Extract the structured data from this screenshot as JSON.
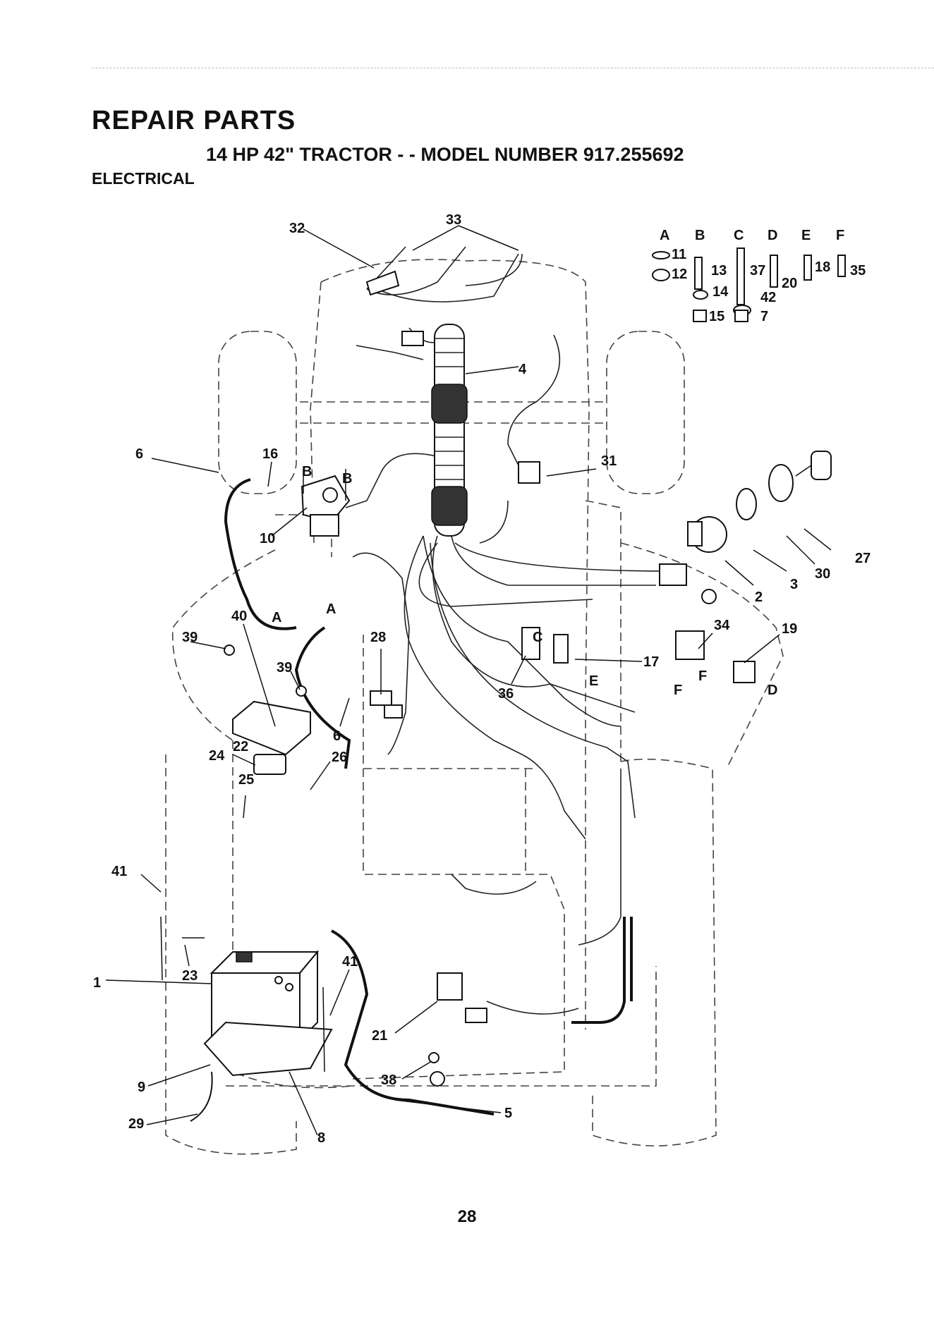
{
  "header": {
    "title": "REPAIR PARTS",
    "subtitle": "14 HP 42\" TRACTOR - - MODEL NUMBER 917.255692",
    "section": "ELECTRICAL"
  },
  "diagram": {
    "hardware_columns": [
      "A",
      "B",
      "C",
      "D",
      "E",
      "F"
    ],
    "callouts": {
      "p1": "1",
      "p2": "2",
      "p3": "3",
      "p4": "4",
      "p5": "5",
      "p6a": "6",
      "p6b": "6",
      "p7": "7",
      "p8": "8",
      "p9": "9",
      "p10": "10",
      "p11": "11",
      "p12": "12",
      "p13": "13",
      "p14": "14",
      "p15": "15",
      "p16": "16",
      "p17": "17",
      "p18": "18",
      "p19": "19",
      "p20": "20",
      "p21": "21",
      "p22": "22",
      "p23": "23",
      "p24": "24",
      "p25": "25",
      "p26": "26",
      "p27": "27",
      "p28": "28",
      "p29": "29",
      "p30": "30",
      "p31": "31",
      "p32": "32",
      "p33": "33",
      "p34": "34",
      "p35": "35",
      "p36": "36",
      "p37": "37",
      "p38": "38",
      "p39a": "39",
      "p39b": "39",
      "p40": "40",
      "p41a": "41",
      "p41b": "41",
      "p42": "42"
    },
    "hardware_refs": {
      "a1": "A",
      "a2": "A",
      "b1": "B",
      "b2": "B",
      "c1": "C",
      "d1": "D",
      "e1": "E",
      "f1": "F",
      "f2": "F"
    }
  },
  "footer": {
    "page_number": "28"
  }
}
